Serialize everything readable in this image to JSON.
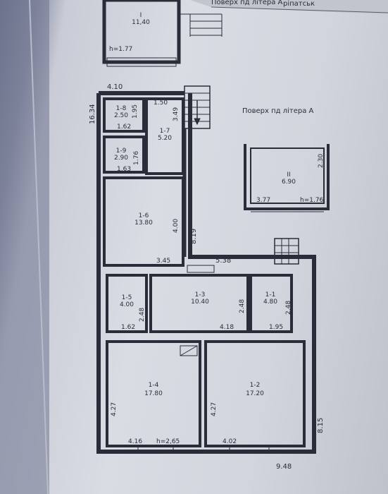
{
  "header": {
    "top_right_fragment": "ріпатськ",
    "floor_label_top": "Поверх пд літера А",
    "floor_label_mid": "Поверх пд літера А"
  },
  "upper_fragment": {
    "room_number": "I",
    "room_area": "11,40",
    "height": "h=1.77"
  },
  "outer_dimensions": {
    "top": "4.10",
    "left": "16.34",
    "stair_corridor": "8.19",
    "right": "8.15",
    "bottom": "9.48",
    "mid_width": "5.38",
    "ceiling_height": "h=2,65"
  },
  "rooms": [
    {
      "id": "1-8",
      "area": "2.50",
      "dims": [
        "1.62",
        "1.95"
      ]
    },
    {
      "id": "1-9",
      "area": "2.90",
      "dims": [
        "1.63",
        "1.76"
      ]
    },
    {
      "id": "1-7",
      "area": "5.20",
      "dims": [
        "1.50",
        "3.49"
      ]
    },
    {
      "id": "1-6",
      "area": "13.80",
      "dims": [
        "3.45",
        "4.00"
      ]
    },
    {
      "id": "1-5",
      "area": "4.00",
      "dims": [
        "1.62",
        "2.48"
      ]
    },
    {
      "id": "1-3",
      "area": "10.40",
      "dims": [
        "4.18",
        "2.48"
      ]
    },
    {
      "id": "1-1",
      "area": "4.80",
      "dims": [
        "1.95",
        "2.48"
      ]
    },
    {
      "id": "1-4",
      "area": "17.80",
      "dims": [
        "4.16",
        "4.27"
      ]
    },
    {
      "id": "1-2",
      "area": "17.20",
      "dims": [
        "4.02",
        "4.27"
      ]
    }
  ],
  "cellar": {
    "room_number": "II",
    "area": "6.90",
    "width": "3.77",
    "depth": "2.30",
    "height": "h=1.76"
  },
  "colors": {
    "ink": "#2a2c3a",
    "paper": "#dadce4"
  }
}
